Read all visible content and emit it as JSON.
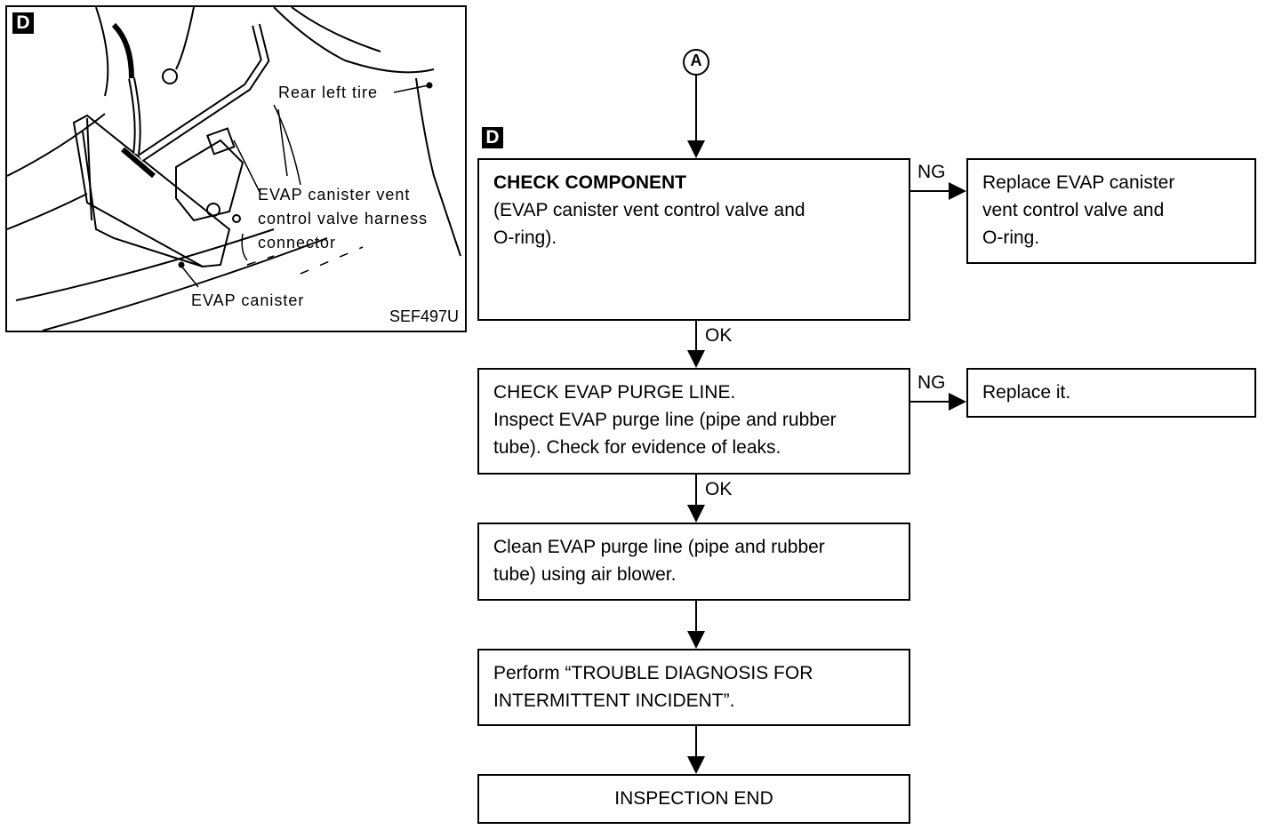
{
  "illustration": {
    "tag": "D",
    "labels": {
      "rear_left_tire": "Rear left tire",
      "vent_valve_line1": "EVAP canister vent",
      "vent_valve_line2": "control valve harness",
      "vent_valve_line3": "connector",
      "canister": "EVAP canister",
      "figure_code": "SEF497U"
    }
  },
  "flowchart": {
    "start_connector": "A",
    "section_tag": "D",
    "steps": [
      {
        "title": "CHECK COMPONENT",
        "lines": [
          "(EVAP canister vent control valve and",
          "O-ring)."
        ]
      },
      {
        "title": "CHECK EVAP PURGE LINE.",
        "lines": [
          "Inspect EVAP purge line (pipe and rubber",
          "tube). Check for evidence of leaks."
        ]
      },
      {
        "lines": [
          "Clean EVAP purge line (pipe and rubber",
          "tube) using air blower."
        ]
      },
      {
        "lines": [
          "Perform “TROUBLE DIAGNOSIS FOR",
          "INTERMITTENT INCIDENT”."
        ]
      },
      {
        "title": "INSPECTION END"
      }
    ],
    "ng_actions": [
      {
        "lines": [
          "Replace EVAP canister",
          "vent control valve and",
          "O-ring."
        ]
      },
      {
        "lines": [
          "Replace it."
        ]
      }
    ],
    "ng_label": "NG",
    "ok_label": "OK"
  }
}
